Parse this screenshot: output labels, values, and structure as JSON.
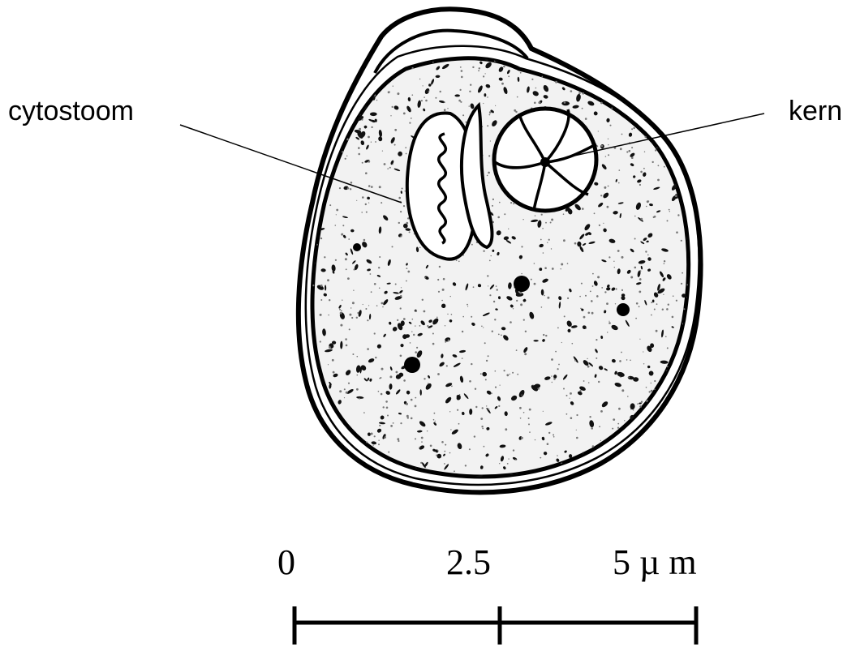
{
  "labels": {
    "cytostome": "cytostoom",
    "nucleus": "kern"
  },
  "scale_bar": {
    "ticks": [
      "0",
      "2.5",
      "5 µ m"
    ]
  }
}
